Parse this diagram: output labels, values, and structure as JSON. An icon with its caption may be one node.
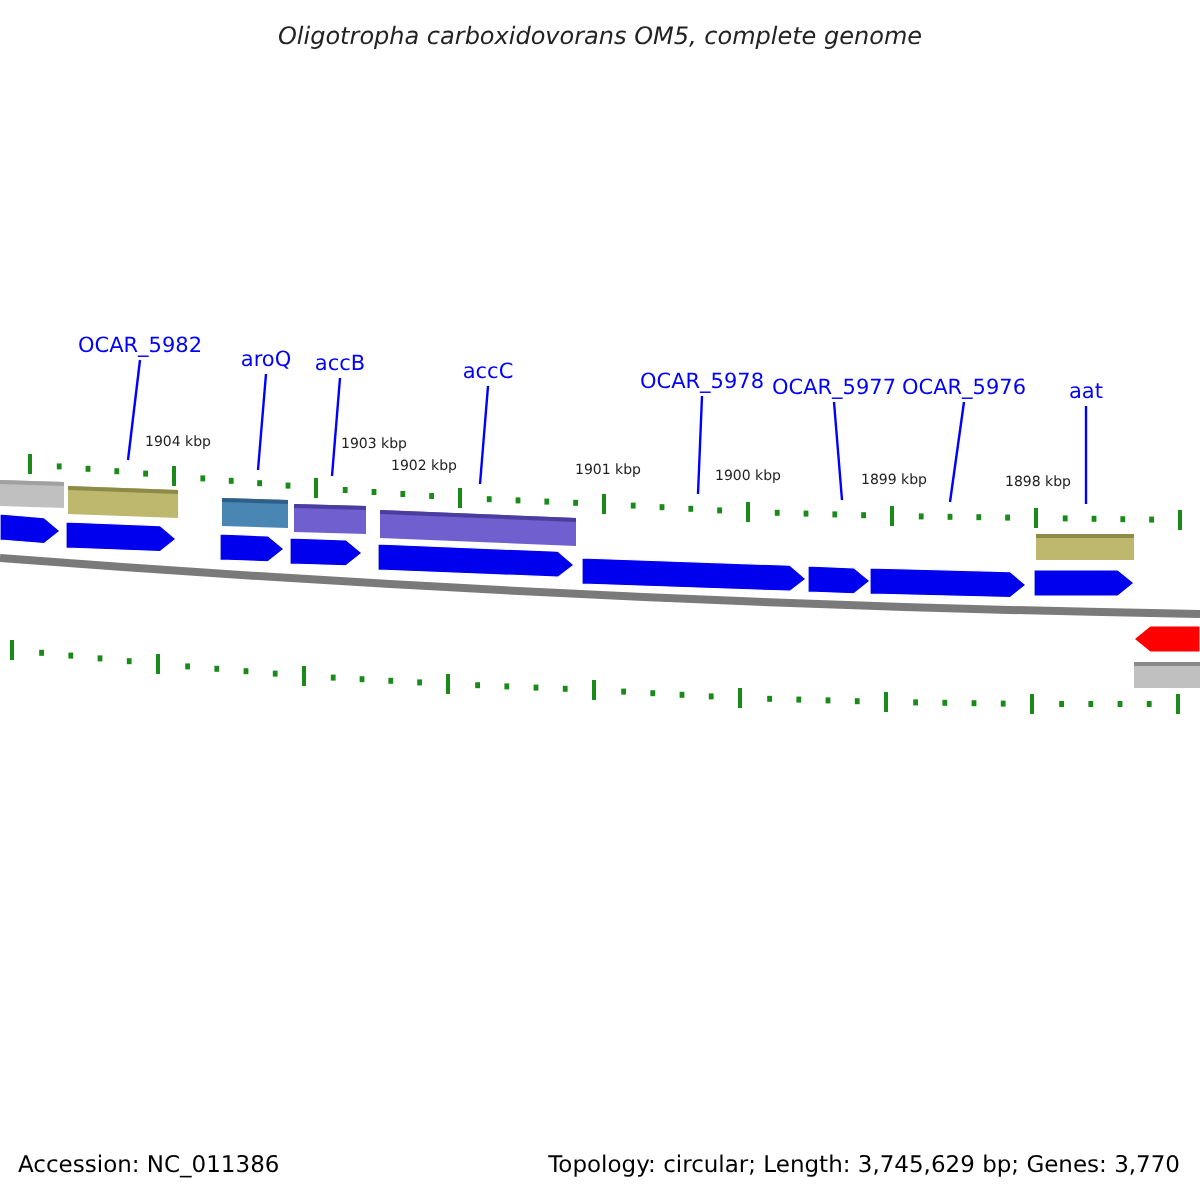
{
  "diagram": {
    "title": "Oligotropha carboxidovorans OM5, complete genome",
    "nodes": [
      {
        "text": [
          "OCAR_5982"
        ]
      },
      {
        "text": [
          "aroQ"
        ]
      },
      {
        "text": [
          "accB"
        ]
      },
      {
        "text": [
          "accC"
        ]
      },
      {
        "text": [
          "OCAR_5978"
        ]
      },
      {
        "text": [
          "OCAR_5977"
        ]
      },
      {
        "text": [
          "OCAR_5976"
        ]
      },
      {
        "text": [
          "aat"
        ]
      }
    ],
    "edges": [
      {
        "from": 0,
        "to": null,
        "arrow": "none"
      },
      {
        "from": 1,
        "to": null,
        "arrow": "none"
      },
      {
        "from": 2,
        "to": null,
        "arrow": "none"
      },
      {
        "from": 3,
        "to": null,
        "arrow": "none"
      },
      {
        "from": 4,
        "to": null,
        "arrow": "none"
      },
      {
        "from": 5,
        "to": null,
        "arrow": "none"
      },
      {
        "from": 6,
        "to": null,
        "arrow": "none"
      },
      {
        "from": 7,
        "to": null,
        "arrow": "none"
      }
    ],
    "labels": [
      "1904 kbp",
      "1903 kbp",
      "1902 kbp",
      "1901 kbp",
      "1900 kbp",
      "1899 kbp",
      "1898 kbp",
      "Accession: NC_011386",
      "Topology: circular; Length: 3,745,629 bp; Genes: 3,770"
    ]
  }
}
